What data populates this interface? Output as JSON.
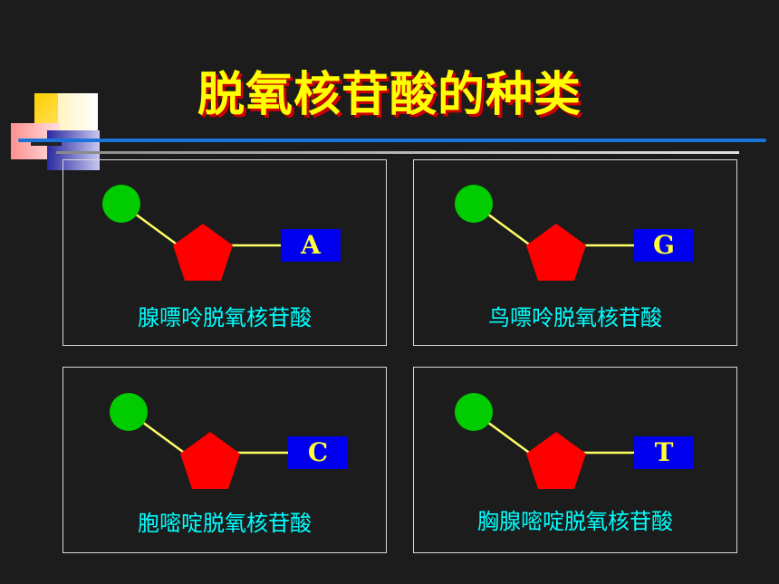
{
  "title": "脱氧核苷酸的种类",
  "colors": {
    "background": "#1c1c1c",
    "title": "#ffff00",
    "title_shadow": "#cc0000",
    "phosphate": "#00cc00",
    "sugar": "#ff0000",
    "base_box": "#0000ee",
    "base_letter": "#ffff33",
    "caption": "#00ffff",
    "bond": "#ffff66"
  },
  "nucleotides": [
    {
      "base_letter": "A",
      "name": "腺嘌呤脱氧核苷酸"
    },
    {
      "base_letter": "G",
      "name": "鸟嘌呤脱氧核苷酸"
    },
    {
      "base_letter": "C",
      "name": "胞嘧啶脱氧核苷酸"
    },
    {
      "base_letter": "T",
      "name": "胸腺嘧啶脱氧核苷酸"
    }
  ]
}
